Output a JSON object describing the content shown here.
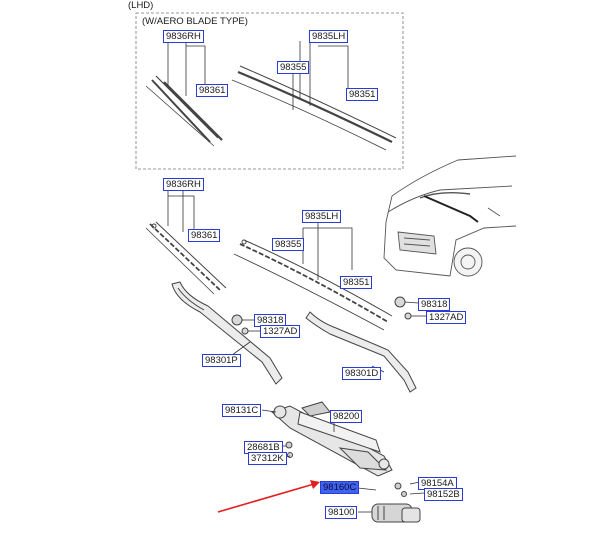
{
  "header": {
    "lhd": "(LHD)"
  },
  "aero_box": {
    "title": "(W/AERO BLADE TYPE)"
  },
  "aero_labels": {
    "rh_blade": "9836RH",
    "lh_blade": "9835LH",
    "rh_refill": "98361",
    "lh_refill_a": "98355",
    "lh_refill_b": "98351"
  },
  "std_labels": {
    "rh_blade": "9836RH",
    "lh_blade": "9835LH",
    "rh_refill": "98361",
    "lh_refill_a": "98355",
    "lh_refill_b": "98351"
  },
  "arm_labels": {
    "cap_left": "98318",
    "nut_left": "1327AD",
    "arm_rh": "98301P",
    "cap_right": "98318",
    "nut_right": "1327AD",
    "arm_lh": "98301D"
  },
  "linkage_labels": {
    "cap_pivot": "98131C",
    "linkage": "98200",
    "bolt": "28681B",
    "nut": "37312K",
    "crank": "98160C",
    "washer": "98154A",
    "bolt_motor": "98152B",
    "motor": "98100"
  },
  "colors": {
    "label_border": "#2a3bd6",
    "highlight": "#3f63f0",
    "arrow": "#e02020",
    "line": "#333333"
  }
}
